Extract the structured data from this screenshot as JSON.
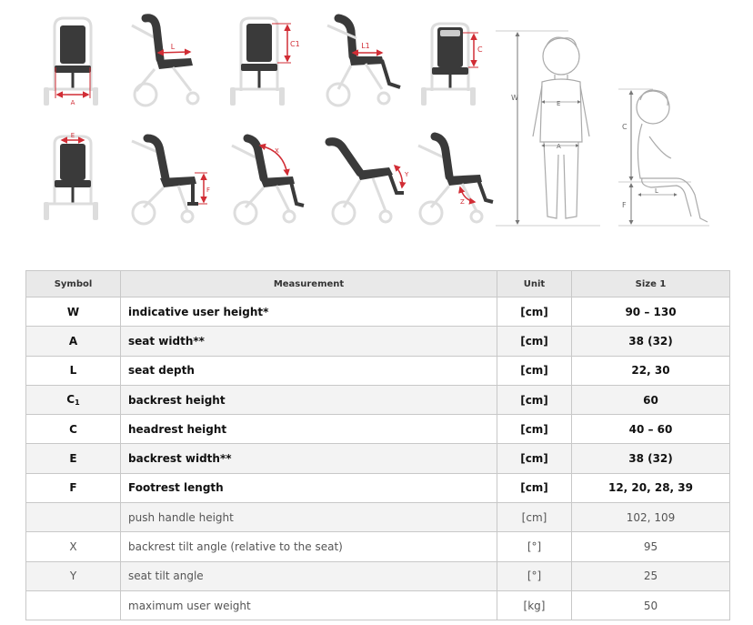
{
  "diagram_labels": {
    "A": "A",
    "L": "L",
    "C1": "C1",
    "L1": "L1",
    "C": "C",
    "E": "E",
    "F": "F",
    "X": "X",
    "Y": "Y",
    "Z": "Z",
    "W": "W"
  },
  "table": {
    "headers": {
      "symbol": "Symbol",
      "measurement": "Measurement",
      "unit": "Unit",
      "size": "Size 1"
    },
    "rows": [
      {
        "symbol": "W",
        "symbol_sub": "",
        "measurement": "indicative user height*",
        "unit": "[cm]",
        "size": "90 – 130",
        "style": "bold"
      },
      {
        "symbol": "A",
        "symbol_sub": "",
        "measurement": "seat width**",
        "unit": "[cm]",
        "size": "38 (32)",
        "style": "bold"
      },
      {
        "symbol": "L",
        "symbol_sub": "",
        "measurement": "seat depth",
        "unit": "[cm]",
        "size": "22, 30",
        "style": "bold"
      },
      {
        "symbol": "C",
        "symbol_sub": "1",
        "measurement": "backrest height",
        "unit": "[cm]",
        "size": "60",
        "style": "bold"
      },
      {
        "symbol": "C",
        "symbol_sub": "",
        "measurement": "headrest height",
        "unit": "[cm]",
        "size": "40 – 60",
        "style": "bold"
      },
      {
        "symbol": "E",
        "symbol_sub": "",
        "measurement": "backrest width**",
        "unit": "[cm]",
        "size": "38 (32)",
        "style": "bold"
      },
      {
        "symbol": "F",
        "symbol_sub": "",
        "measurement": "Footrest length",
        "unit": "[cm]",
        "size": "12, 20, 28, 39",
        "style": "bold"
      },
      {
        "symbol": "",
        "symbol_sub": "",
        "measurement": "push handle height",
        "unit": "[cm]",
        "size": "102, 109",
        "style": "light"
      },
      {
        "symbol": "X",
        "symbol_sub": "",
        "measurement": "backrest tilt angle (relative to the seat)",
        "unit": "[°]",
        "size": "95",
        "style": "light"
      },
      {
        "symbol": "Y",
        "symbol_sub": "",
        "measurement": "seat tilt angle",
        "unit": "[°]",
        "size": "25",
        "style": "light"
      },
      {
        "symbol": "",
        "symbol_sub": "",
        "measurement": "maximum user weight",
        "unit": "[kg]",
        "size": "50",
        "style": "light"
      }
    ]
  }
}
